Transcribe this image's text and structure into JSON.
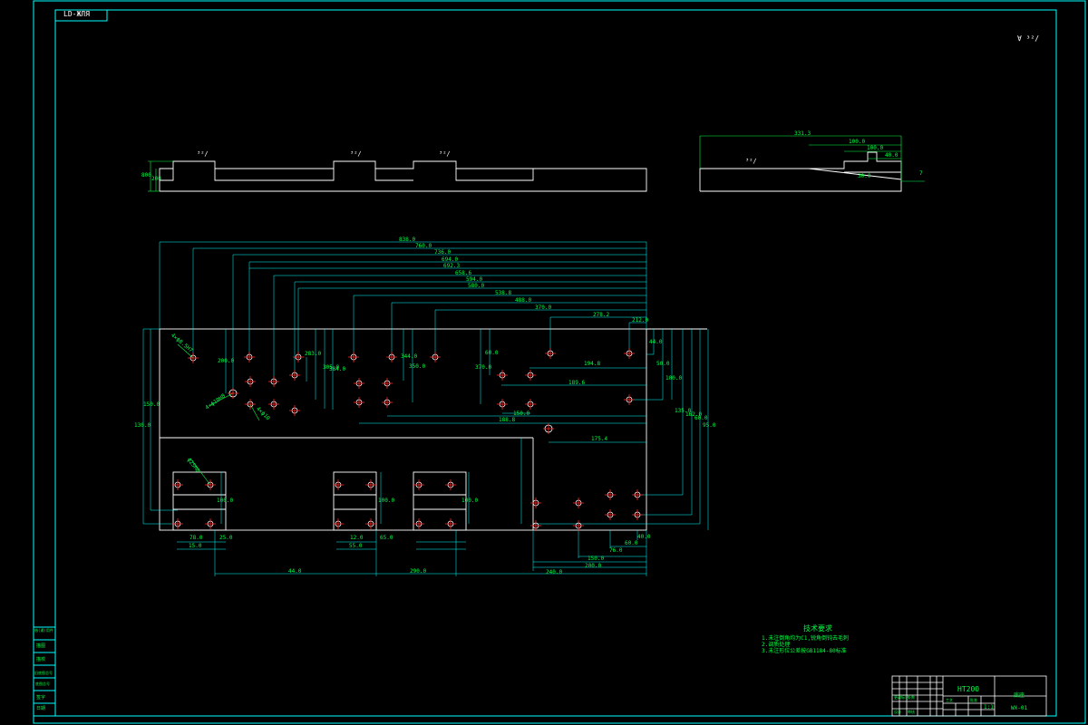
{
  "drawing_code": "LD-ЖЛЯ",
  "corner_roughness": "∀ ³²∕",
  "roughness_marks": [
    "³²∕",
    "³²∕",
    "³²∕",
    "³²∕"
  ],
  "top_view": {
    "dims": [
      "800",
      "200"
    ]
  },
  "side_view": {
    "dims": [
      "331.3",
      "100.0",
      "100.0",
      "40.0",
      "30.0",
      "7"
    ]
  },
  "main_dims": {
    "horizontal": [
      "838.0",
      "760.0",
      "736.0",
      "694.0",
      "692.3",
      "658.6",
      "594.0",
      "580.0",
      "538.8",
      "488.0",
      "370.0",
      "278.2",
      "212.0",
      "194.8",
      "189.6",
      "188.8",
      "175.4",
      "150.0",
      "100.0",
      "60.0",
      "44.0",
      "290.0",
      "240.0",
      "200.0",
      "150.0",
      "76.0",
      "60.0",
      "40.0",
      "78.0",
      "25.0",
      "15.0",
      "12.0",
      "65.0",
      "55.0"
    ],
    "vertical": [
      "44.0",
      "50.0",
      "100.0",
      "135.0",
      "162.0",
      "60.0",
      "95.0",
      "130.0",
      "150.0",
      "200.0",
      "283.0",
      "305.0",
      "384.0",
      "344.0",
      "350.0",
      "370.0",
      "60.0",
      "100.0",
      "100.0",
      "100.0"
    ],
    "hole_labels": [
      "4×ф8.5H7",
      "4×ф10H8",
      "4×ф10",
      "ф25M8"
    ]
  },
  "tech_notes": {
    "title": "技术要求",
    "lines": [
      "1.未注倒角均为C1,锐角倒钝去毛刺",
      "2.调质处理",
      "3.未注形位公差按GB1184-80标准"
    ]
  },
  "material": "HT200",
  "part_name": "底座",
  "drawing_no": "WX-01",
  "scale": "1:1",
  "revision_table": [
    "更改标记",
    "处数",
    "分区",
    "签名",
    "日期",
    "设计",
    "审核",
    "工艺",
    "批准"
  ],
  "left_column": [
    "借(通)用件",
    "描图",
    "描校",
    "旧底图总号",
    "底图总号",
    "签字",
    "日期"
  ],
  "colors": {
    "background": "#000000",
    "border": "#00ffff",
    "geometry": "#ffffff",
    "dimension": "#00ff44",
    "center_mark": "#ff2222"
  }
}
